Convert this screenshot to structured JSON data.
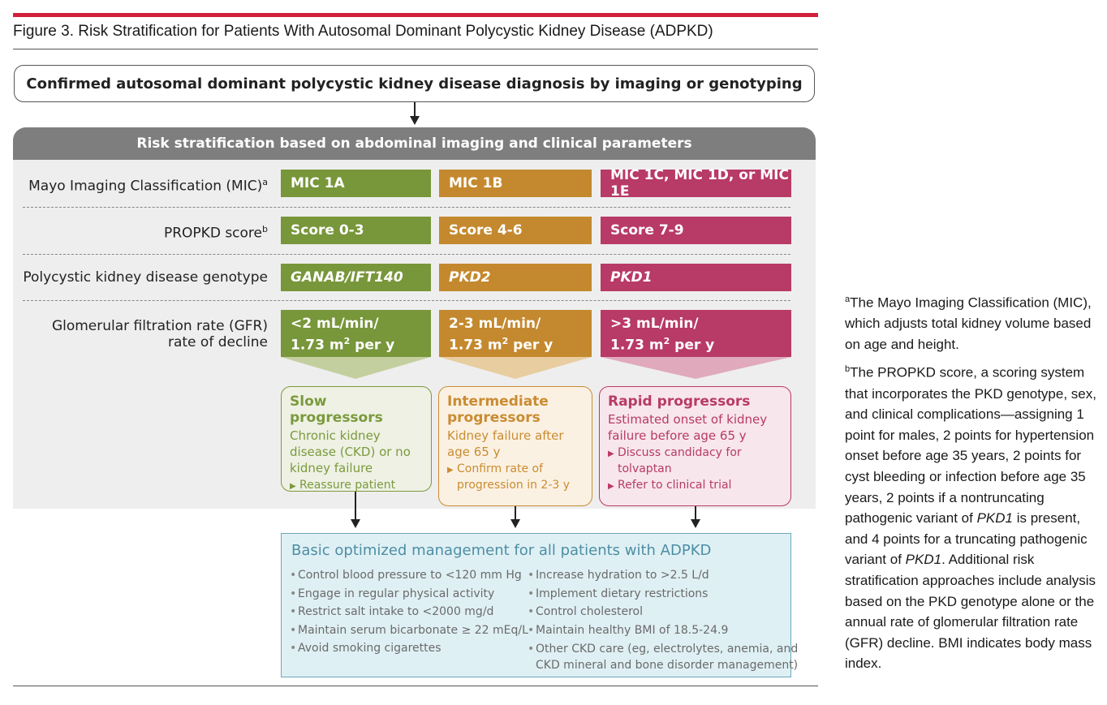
{
  "figure_title": "Figure 3. Risk Stratification for Patients With Autosomal Dominant Polycystic Kidney Disease (ADPKD)",
  "confirm_box": "Confirmed autosomal dominant polycystic kidney disease  diagnosis by imaging or genotyping",
  "panel_header": "Risk stratification based on abdominal imaging and clinical parameters",
  "rows": {
    "mic": {
      "label": "Mayo Imaging Classification (MIC)",
      "sup": "a",
      "cells": [
        "MIC 1A",
        "MIC 1B",
        "MIC 1C, MIC 1D, or MIC 1E"
      ]
    },
    "propkd": {
      "label": "PROPKD score",
      "sup": "b",
      "cells": [
        "Score 0-3",
        "Score 4-6",
        "Score 7-9"
      ]
    },
    "genotype": {
      "label": "Polycystic kidney disease genotype",
      "cells": [
        "GANAB/IFT140",
        "PKD2",
        "PKD1"
      ]
    },
    "gfr": {
      "label_line1": "Glomerular filtration rate (GFR)",
      "label_line2": "rate of decline",
      "cells": [
        {
          "line1": "<2 mL/min/",
          "pre": "1.73 m",
          "sup": "2",
          "post": " per y"
        },
        {
          "line1": "2-3 mL/min/",
          "pre": "1.73 m",
          "sup": "2",
          "post": " per y"
        },
        {
          "line1": ">3 mL/min/",
          "pre": "1.73 m",
          "sup": "2",
          "post": " per y"
        }
      ]
    }
  },
  "progressors": {
    "slow": {
      "title": "Slow progressors",
      "desc": "Chronic kidney disease (CKD) or no kidney failure",
      "bullets": [
        "Reassure patient"
      ]
    },
    "intermediate": {
      "title": "Intermediate progressors",
      "desc": "Kidney failure after age 65 y",
      "bullets": [
        "Confirm rate of progression in 2-3 y"
      ]
    },
    "rapid": {
      "title": "Rapid progressors",
      "desc": "Estimated onset of kidney failure before age 65 y",
      "bullets": [
        "Discuss candidacy for tolvaptan",
        "Refer to clinical trial"
      ]
    }
  },
  "management": {
    "title": "Basic optimized management for all patients with ADPKD",
    "left": [
      "Control blood pressure to <120 mm Hg",
      "Engage in regular physical activity",
      "Restrict salt intake to <2000 mg/d",
      "Maintain serum bicarbonate ≥ 22 mEq/L",
      "Avoid smoking cigarettes"
    ],
    "right": [
      "Increase hydration to >2.5 L/d",
      "Implement dietary restrictions",
      "Control cholesterol",
      "Maintain healthy BMI of 18.5-24.9",
      "Other CKD care (eg, electrolytes, anemia, and",
      "CKD mineral and bone disorder management)"
    ]
  },
  "notes": {
    "a": {
      "sup": "a",
      "text": "The Mayo Imaging Classification (MIC), which adjusts total kidney volume based on age and height."
    },
    "b": {
      "sup": "b",
      "part1": "The PROPKD score, a scoring system that incorporates the PKD genotype, sex, and clinical complications—assigning 1 point for males, 2 points for hypertension onset before age 35 years, 2 points for cyst bleeding or infection before age 35 years, 2 points if a nontruncating pathogenic variant of ",
      "ital1": "PKD1",
      "part2": " is present, and 4 points for a truncating pathogenic variant of ",
      "ital2": "PKD1",
      "part3": ". Additional risk stratification approaches include analysis based on the PKD genotype alone or the annual rate of glomerular filtration rate (GFR) decline. BMI indicates body mass index."
    }
  },
  "colors": {
    "slow": "#78963a",
    "intermediate": "#c4892e",
    "rapid": "#b83a66",
    "header": "#7e7e7e",
    "management": "#dff0f4",
    "accent_red": "#d3203a"
  }
}
